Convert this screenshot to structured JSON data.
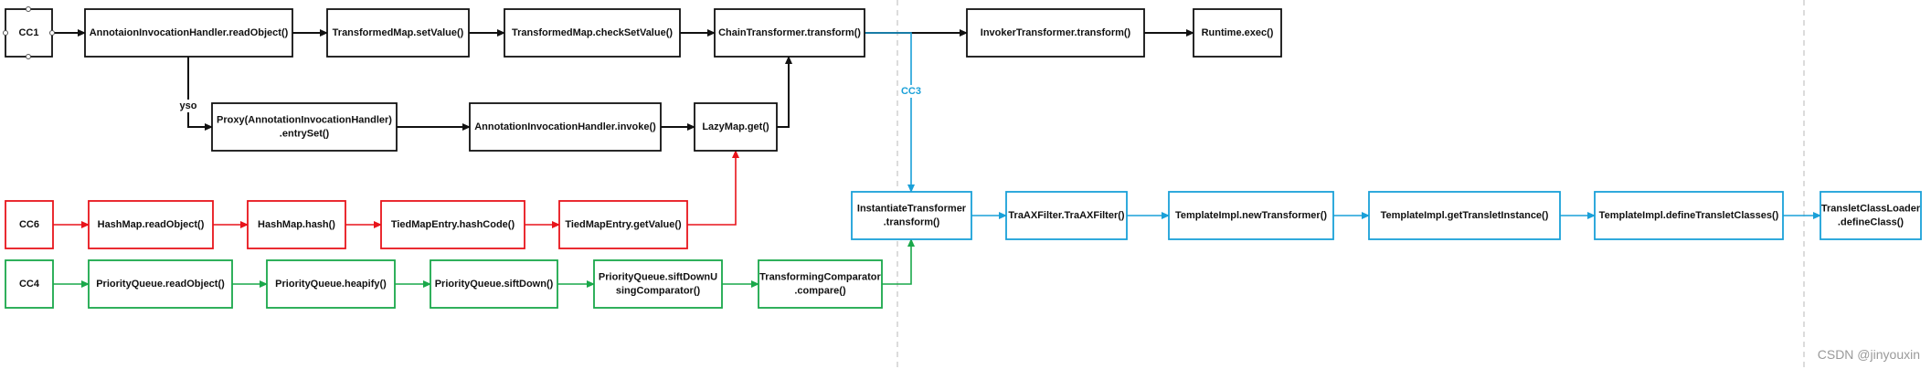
{
  "colors": {
    "black": "#111111",
    "red": "#e8141b",
    "blue": "#1aa0d8",
    "green": "#1aa84a",
    "divider": "#b8b8b8"
  },
  "watermark": "CSDN @jinyouxin",
  "nodes": [
    {
      "id": "cc1",
      "color": "black",
      "lines": [
        "CC1"
      ]
    },
    {
      "id": "aih-readobject",
      "color": "black",
      "lines": [
        "AnnotaionInvocationHandler.readObject()"
      ]
    },
    {
      "id": "tm-setvalue",
      "color": "black",
      "lines": [
        "TransformedMap.setValue()"
      ]
    },
    {
      "id": "tm-checksetvalue",
      "color": "black",
      "lines": [
        "TransformedMap.checkSetValue()"
      ]
    },
    {
      "id": "chain-transform",
      "color": "black",
      "lines": [
        "ChainTransformer.transform()"
      ]
    },
    {
      "id": "invoker-transform",
      "color": "black",
      "lines": [
        "InvokerTransformer.transform()"
      ]
    },
    {
      "id": "runtime-exec",
      "color": "black",
      "lines": [
        "Runtime.exec()"
      ]
    },
    {
      "id": "proxy-entryset",
      "color": "black",
      "lines": [
        "Proxy(AnnotationInvocationHandler)",
        ".entrySet()"
      ]
    },
    {
      "id": "aih-invoke",
      "color": "black",
      "lines": [
        "AnnotationInvocationHandler.invoke()"
      ]
    },
    {
      "id": "lazymap-get",
      "color": "black",
      "lines": [
        "LazyMap.get()"
      ]
    },
    {
      "id": "cc6",
      "color": "red",
      "lines": [
        "CC6"
      ]
    },
    {
      "id": "hashmap-readobject",
      "color": "red",
      "lines": [
        "HashMap.readObject()"
      ]
    },
    {
      "id": "hashmap-hash",
      "color": "red",
      "lines": [
        "HashMap.hash()"
      ]
    },
    {
      "id": "tme-hashcode",
      "color": "red",
      "lines": [
        "TiedMapEntry.hashCode()"
      ]
    },
    {
      "id": "tme-getvalue",
      "color": "red",
      "lines": [
        "TiedMapEntry.getValue()"
      ]
    },
    {
      "id": "instantiate-transform",
      "color": "blue",
      "lines": [
        "InstantiateTransformer",
        ".transform()"
      ]
    },
    {
      "id": "traxfilter",
      "color": "blue",
      "lines": [
        "TraAXFilter.TraAXFilter()"
      ]
    },
    {
      "id": "ti-newtransformer",
      "color": "blue",
      "lines": [
        "TemplateImpl.newTransformer()"
      ]
    },
    {
      "id": "ti-gettransletinstance",
      "color": "blue",
      "lines": [
        "TemplateImpl.getTransletInstance()"
      ]
    },
    {
      "id": "ti-definetransletclasses",
      "color": "blue",
      "lines": [
        "TemplateImpl.defineTransletClasses()"
      ]
    },
    {
      "id": "tcl-defineclass",
      "color": "blue",
      "lines": [
        "TransletClassLoader",
        ".defineClass()"
      ]
    },
    {
      "id": "cc4",
      "color": "green",
      "lines": [
        "CC4"
      ]
    },
    {
      "id": "pq-readobject",
      "color": "green",
      "lines": [
        "PriorityQueue.readObject()"
      ]
    },
    {
      "id": "pq-heapify",
      "color": "green",
      "lines": [
        "PriorityQueue.heapify()"
      ]
    },
    {
      "id": "pq-siftdown",
      "color": "green",
      "lines": [
        "PriorityQueue.siftDown()"
      ]
    },
    {
      "id": "pq-siftdownusingcomparator",
      "color": "green",
      "lines": [
        "PriorityQueue.siftDownU",
        "singComparator()"
      ]
    },
    {
      "id": "tc-compare",
      "color": "green",
      "lines": [
        "TransformingComparator",
        ".compare()"
      ]
    }
  ],
  "edges": [
    {
      "from": "cc1",
      "to": "aih-readobject",
      "color": "black"
    },
    {
      "from": "aih-readobject",
      "to": "tm-setvalue",
      "color": "black"
    },
    {
      "from": "tm-setvalue",
      "to": "tm-checksetvalue",
      "color": "black"
    },
    {
      "from": "tm-checksetvalue",
      "to": "chain-transform",
      "color": "black"
    },
    {
      "from": "chain-transform",
      "to": "invoker-transform",
      "color": "black"
    },
    {
      "from": "invoker-transform",
      "to": "runtime-exec",
      "color": "black"
    },
    {
      "from": "aih-readobject",
      "to": "proxy-entryset",
      "color": "black",
      "label": "yso"
    },
    {
      "from": "proxy-entryset",
      "to": "aih-invoke",
      "color": "black"
    },
    {
      "from": "aih-invoke",
      "to": "lazymap-get",
      "color": "black"
    },
    {
      "from": "lazymap-get",
      "to": "chain-transform",
      "color": "black"
    },
    {
      "from": "cc6",
      "to": "hashmap-readobject",
      "color": "red"
    },
    {
      "from": "hashmap-readobject",
      "to": "hashmap-hash",
      "color": "red"
    },
    {
      "from": "hashmap-hash",
      "to": "tme-hashcode",
      "color": "red"
    },
    {
      "from": "tme-hashcode",
      "to": "tme-getvalue",
      "color": "red"
    },
    {
      "from": "tme-getvalue",
      "to": "lazymap-get",
      "color": "red"
    },
    {
      "from": "chain-transform",
      "to": "instantiate-transform",
      "color": "blue",
      "label": "CC3"
    },
    {
      "from": "instantiate-transform",
      "to": "traxfilter",
      "color": "blue"
    },
    {
      "from": "traxfilter",
      "to": "ti-newtransformer",
      "color": "blue"
    },
    {
      "from": "ti-newtransformer",
      "to": "ti-gettransletinstance",
      "color": "blue"
    },
    {
      "from": "ti-gettransletinstance",
      "to": "ti-definetransletclasses",
      "color": "blue"
    },
    {
      "from": "ti-definetransletclasses",
      "to": "tcl-defineclass",
      "color": "blue"
    },
    {
      "from": "cc4",
      "to": "pq-readobject",
      "color": "green"
    },
    {
      "from": "pq-readobject",
      "to": "pq-heapify",
      "color": "green"
    },
    {
      "from": "pq-heapify",
      "to": "pq-siftdown",
      "color": "green"
    },
    {
      "from": "pq-siftdown",
      "to": "pq-siftdownusingcomparator",
      "color": "green"
    },
    {
      "from": "pq-siftdownusingcomparator",
      "to": "tc-compare",
      "color": "green"
    },
    {
      "from": "tc-compare",
      "to": "instantiate-transform",
      "color": "green"
    }
  ]
}
